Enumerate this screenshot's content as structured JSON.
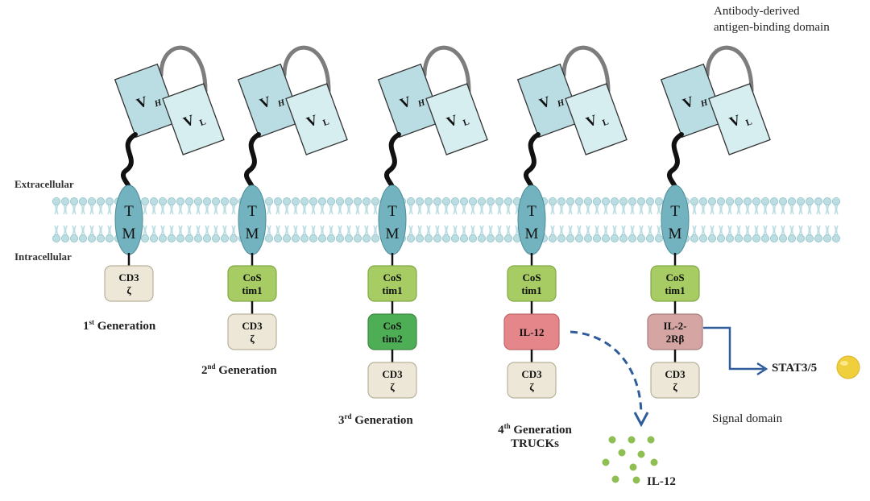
{
  "labels": {
    "extracellular": "Extracellular",
    "intracellular": "Intracellular",
    "antigen_binding_line1": "Antibody-derived",
    "antigen_binding_line2": "antigen-binding domain",
    "signal_domain": "Signal domain",
    "stat": "STAT3/5",
    "il12_secreted": "IL-12"
  },
  "domains": {
    "vh": "V",
    "vh_sub": "H",
    "vl": "V",
    "vl_sub": "L",
    "tm_top": "T",
    "tm_bottom": "M"
  },
  "generations": [
    {
      "label_pre": "1",
      "label_sup": "st",
      "label_post": " Generation",
      "label_line2": "",
      "blocks": [
        {
          "line1": "CD3",
          "line2": "ζ",
          "kind": "cd3"
        }
      ]
    },
    {
      "label_pre": "2",
      "label_sup": "nd",
      "label_post": " Generation",
      "label_line2": "",
      "blocks": [
        {
          "line1": "CoS",
          "line2": "tim1",
          "kind": "cos1"
        },
        {
          "line1": "CD3",
          "line2": "ζ",
          "kind": "cd3"
        }
      ]
    },
    {
      "label_pre": "3",
      "label_sup": "rd",
      "label_post": " Generation",
      "label_line2": "",
      "blocks": [
        {
          "line1": "CoS",
          "line2": "tim1",
          "kind": "cos1"
        },
        {
          "line1": "CoS",
          "line2": "tim2",
          "kind": "cos2"
        },
        {
          "line1": "CD3",
          "line2": "ζ",
          "kind": "cd3"
        }
      ]
    },
    {
      "label_pre": "4",
      "label_sup": "th",
      "label_post": " Generation",
      "label_line2": "TRUCKs",
      "blocks": [
        {
          "line1": "CoS",
          "line2": "tim1",
          "kind": "cos1"
        },
        {
          "line1": "IL-12",
          "line2": "",
          "kind": "il12"
        },
        {
          "line1": "CD3",
          "line2": "ζ",
          "kind": "cd3"
        }
      ]
    },
    {
      "label_pre": "",
      "label_sup": "",
      "label_post": "",
      "label_line2": "",
      "blocks": [
        {
          "line1": "CoS",
          "line2": "tim1",
          "kind": "cos1"
        },
        {
          "line1": "IL-2-",
          "line2": "2Rβ",
          "kind": "il2"
        },
        {
          "line1": "CD3",
          "line2": "ζ",
          "kind": "cd3"
        }
      ]
    }
  ],
  "colors": {
    "vh": "#b9dde3",
    "vl": "#d6eef0",
    "tm": "#73b3bf",
    "membrane": "#bcdde2",
    "cd3": "#ece7d6",
    "cos1": "#a6cc63",
    "cos2": "#4dae55",
    "il12": "#e5868a",
    "il2": "#d4a5a3",
    "arrow": "#2f5c9a",
    "dots": "#8fbf52",
    "stat_ball": "#f0cf3c"
  }
}
